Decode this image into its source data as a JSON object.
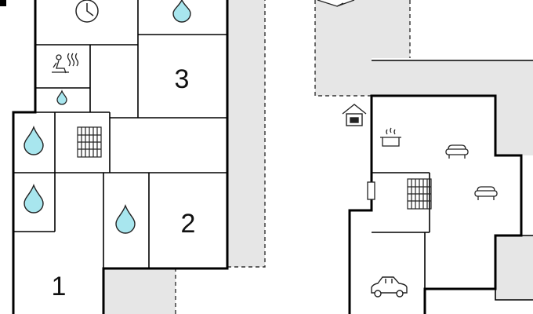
{
  "floor_plan": {
    "room_labels": {
      "room_1": "1",
      "room_2": "2",
      "room_3": "3"
    },
    "icons": [
      "clock-icon",
      "water-drop-icon",
      "sauna-icon",
      "radiator-icon",
      "house-icon",
      "pot-icon",
      "sofa-icon",
      "car-icon",
      "north-arrow-icon"
    ],
    "colors": {
      "wall": "#000000",
      "exterior_shade": "#e6e6e6",
      "water_drop": "#a8e6ee",
      "background": "#ffffff"
    }
  }
}
